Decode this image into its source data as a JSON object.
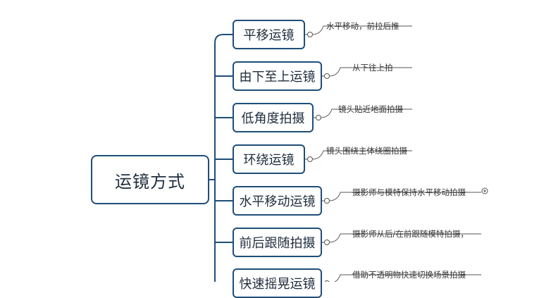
{
  "root": {
    "label": "运镜方式"
  },
  "branches": [
    {
      "label": "平移运镜",
      "note": "水平移动，前拉后推"
    },
    {
      "label": "由下至上运镜",
      "note": "从下往上拍"
    },
    {
      "label": "低角度拍摄",
      "note": "镜头贴近地面拍摄"
    },
    {
      "label": "环绕运镜",
      "note": "镜头围绕主体绕圈拍摄"
    },
    {
      "label": "水平移动运镜",
      "note": "摄影师与模特保持水平移动拍摄"
    },
    {
      "label": "前后跟随拍摄",
      "note": "摄影师从后/在前跟随模特拍摄，"
    },
    {
      "label": "快速摇晃运镜",
      "note": "借助不透明物快速切换场景拍摄"
    }
  ],
  "colors": {
    "line": "#1f4e79",
    "noteLine": "#555555"
  },
  "icons": {
    "expand": "plus-circle-icon"
  }
}
